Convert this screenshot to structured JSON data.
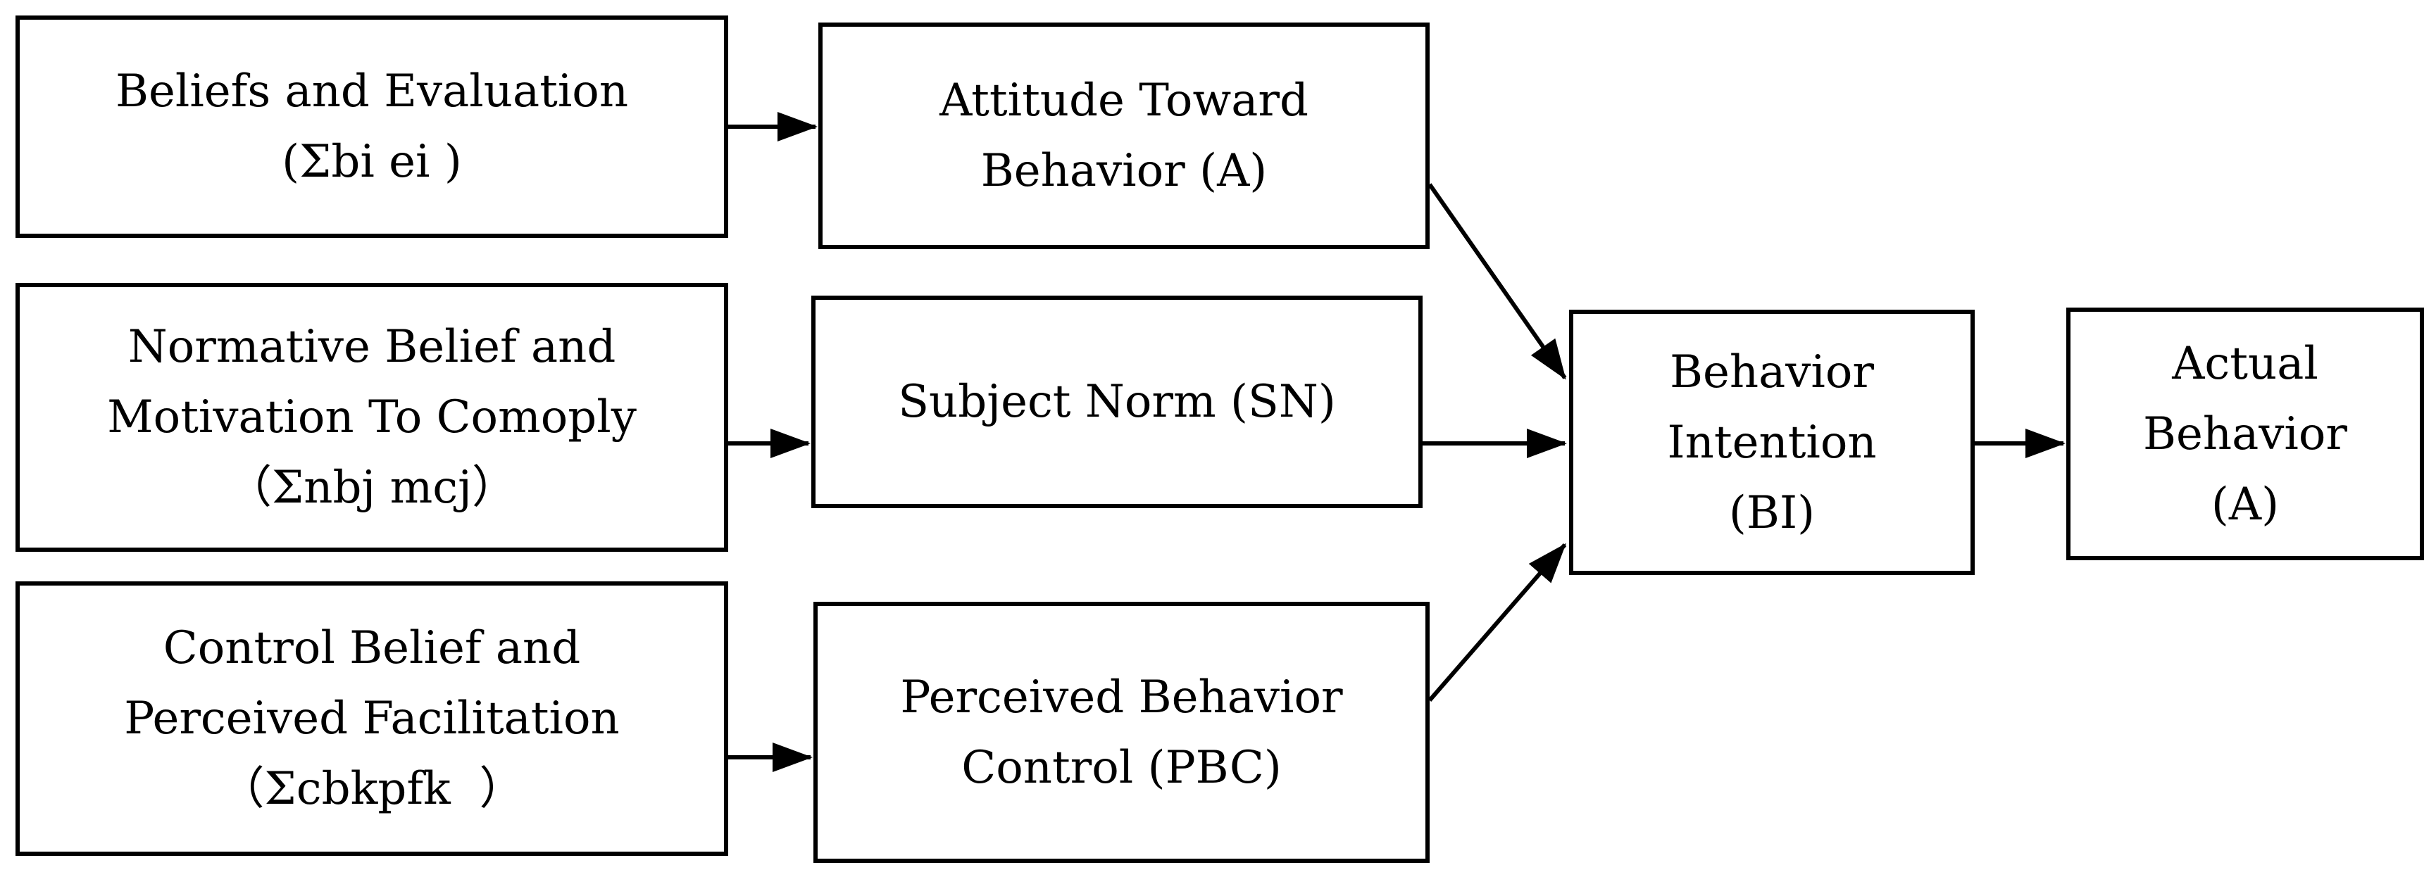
{
  "diagram": {
    "boxes": {
      "beliefs": {
        "lines": [
          "Beliefs and Evaluation",
          "(Σbi ei )"
        ]
      },
      "normative": {
        "lines": [
          "Normative Belief and",
          "Motivation To Comoply",
          "（Σnbj mcj）"
        ]
      },
      "control": {
        "lines": [
          "Control Belief and",
          "Perceived Facilitation",
          "（Σcbkpfk  ）"
        ]
      },
      "attitude": {
        "lines": [
          "Attitude Toward",
          "Behavior (A)"
        ]
      },
      "subject": {
        "lines": [
          "Subject Norm (SN)"
        ]
      },
      "pbc": {
        "lines": [
          "Perceived Behavior",
          "Control (PBC)"
        ]
      },
      "bi": {
        "lines": [
          "Behavior",
          "Intention",
          "(BI)"
        ]
      },
      "actual": {
        "lines": [
          "Actual",
          "Behavior",
          "(A)"
        ]
      }
    },
    "colors": {
      "stroke": "#000000",
      "background": "#ffffff"
    }
  }
}
